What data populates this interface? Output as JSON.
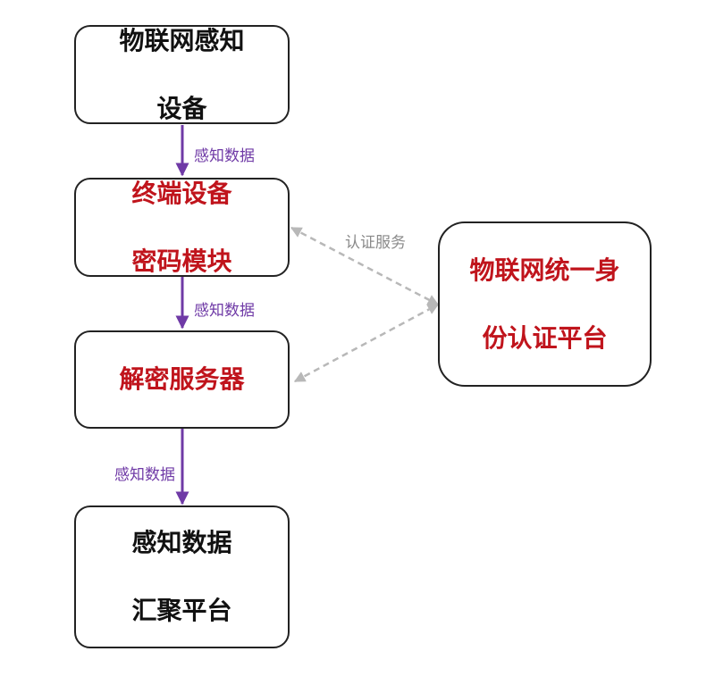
{
  "colors": {
    "normal_text": "#111111",
    "highlight_text": "#c0141c",
    "data_arrow": "#6f3aa6",
    "auth_arrow": "#b8b8b8",
    "auth_label": "#8a8a8a"
  },
  "nodes": {
    "iot_device": {
      "line1": "物联网感知",
      "line2": "设备"
    },
    "crypto_module": {
      "line1": "终端设备",
      "line2": "密码模块"
    },
    "decrypt_server": {
      "line1": "解密服务器"
    },
    "identity_platform": {
      "line1": "物联网统一身",
      "line2": "份认证平台"
    },
    "aggregation_platform": {
      "line1": "感知数据",
      "line2": "汇聚平台"
    }
  },
  "edges": {
    "sensing_data_1": "感知数据",
    "sensing_data_2": "感知数据",
    "sensing_data_3": "感知数据",
    "auth_service": "认证服务"
  }
}
